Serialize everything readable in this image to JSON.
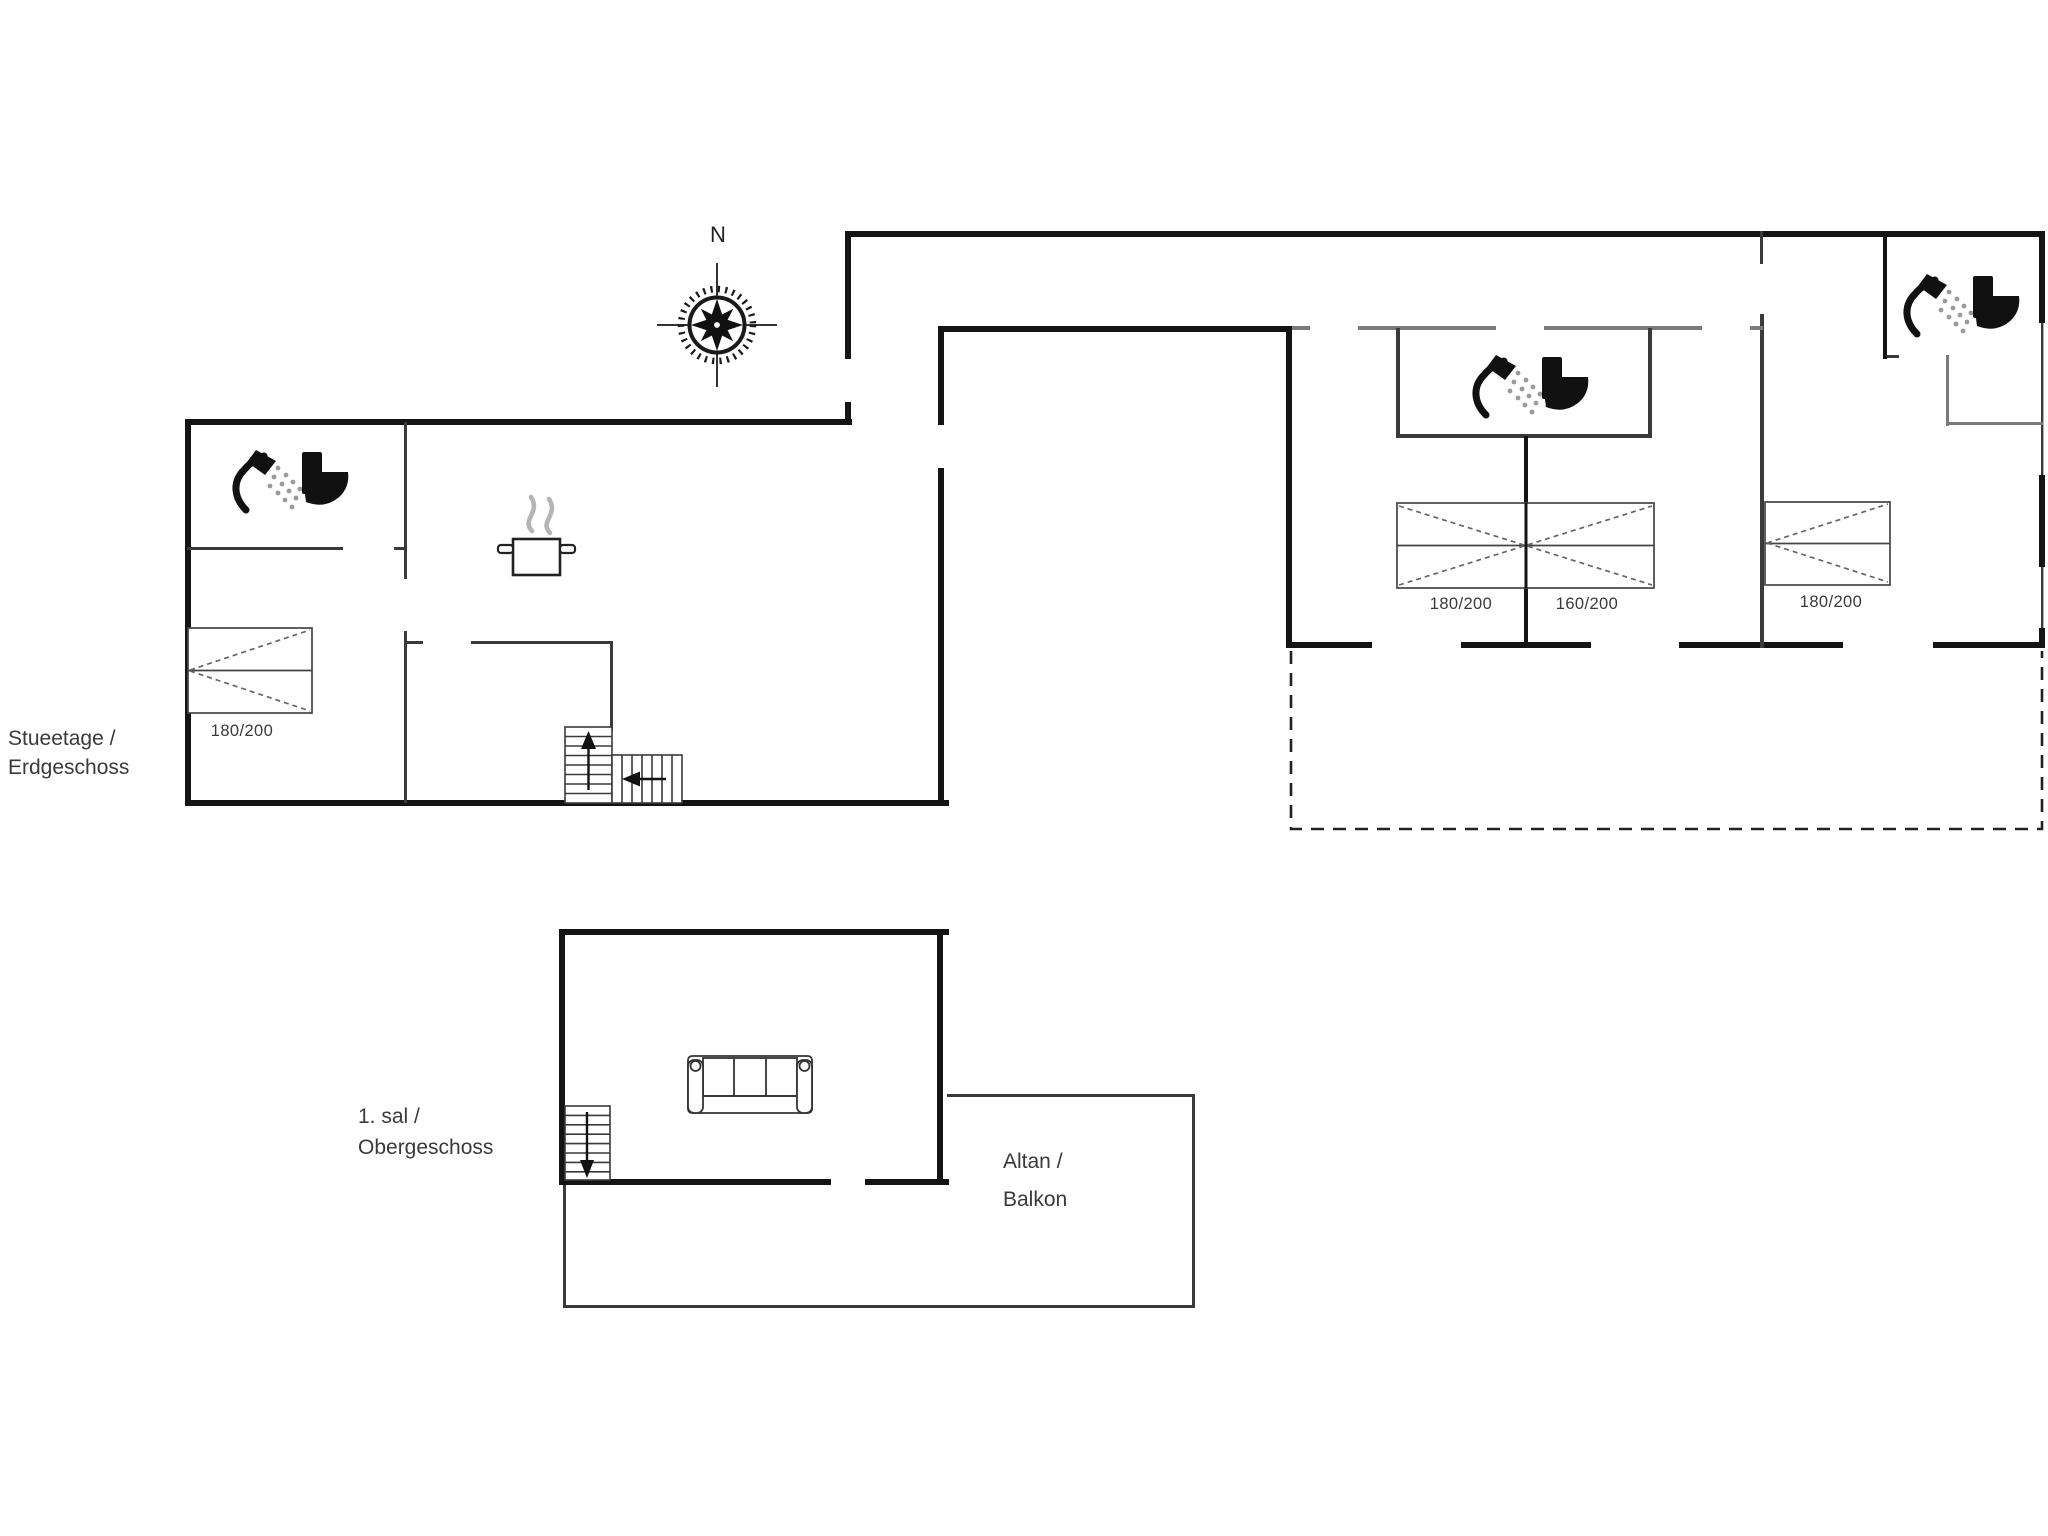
{
  "compass": {
    "north_label": "N"
  },
  "labels": {
    "ground_floor": {
      "line1": "Stueetage /",
      "line2": "Erdgeschoss"
    },
    "upper_floor": {
      "line1": "1. sal /",
      "line2": "Obergeschoss"
    },
    "balcony": {
      "line1": "Altan /",
      "line2": "Balkon"
    }
  },
  "bed_sizes": {
    "ground_left_bed": "180/200",
    "double_bed_left": "180/200",
    "double_bed_right": "160/200",
    "right_bedroom_bed": "180/200"
  },
  "colors": {
    "exterior_wall": "#141414",
    "interior_wall": "#3a3a3a",
    "light_wall": "#7a7a7a",
    "text": "#3a3a3a",
    "background": "#ffffff"
  }
}
